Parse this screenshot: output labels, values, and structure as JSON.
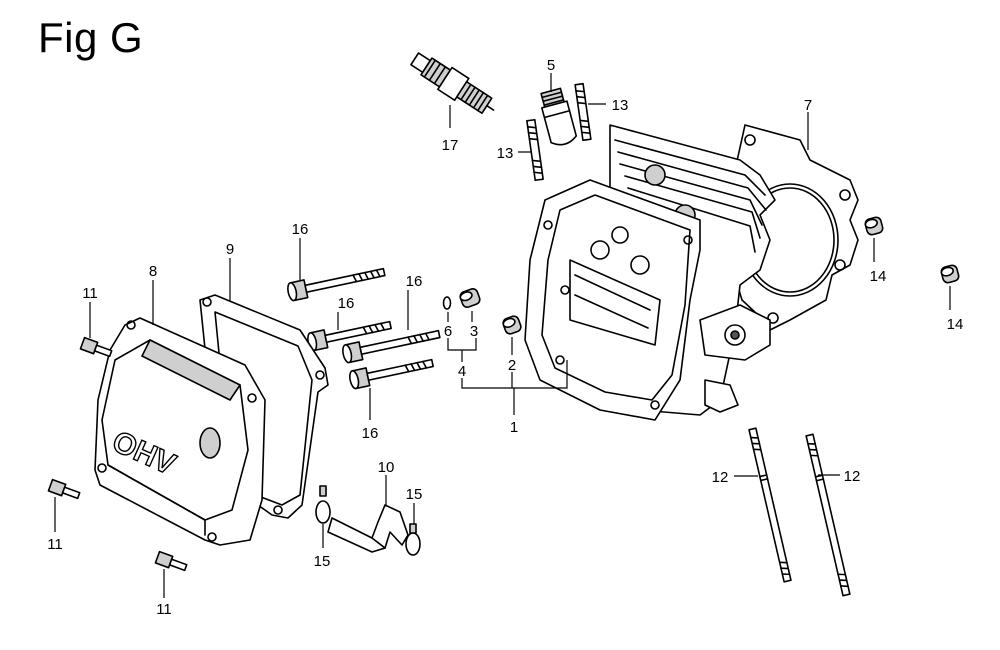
{
  "figure": {
    "title": "Fig G"
  },
  "callouts": [
    {
      "id": "c1",
      "text": "1"
    },
    {
      "id": "c2",
      "text": "2"
    },
    {
      "id": "c3",
      "text": "3"
    },
    {
      "id": "c4",
      "text": "4"
    },
    {
      "id": "c5",
      "text": "5"
    },
    {
      "id": "c6",
      "text": "6"
    },
    {
      "id": "c7",
      "text": "7"
    },
    {
      "id": "c8",
      "text": "8"
    },
    {
      "id": "c9",
      "text": "9"
    },
    {
      "id": "c10",
      "text": "10"
    },
    {
      "id": "c11a",
      "text": "11"
    },
    {
      "id": "c11b",
      "text": "11"
    },
    {
      "id": "c11c",
      "text": "11"
    },
    {
      "id": "c12a",
      "text": "12"
    },
    {
      "id": "c12b",
      "text": "12"
    },
    {
      "id": "c13a",
      "text": "13"
    },
    {
      "id": "c13b",
      "text": "13"
    },
    {
      "id": "c14a",
      "text": "14"
    },
    {
      "id": "c14b",
      "text": "14"
    },
    {
      "id": "c15a",
      "text": "15"
    },
    {
      "id": "c15b",
      "text": "15"
    },
    {
      "id": "c16a",
      "text": "16"
    },
    {
      "id": "c16b",
      "text": "16"
    },
    {
      "id": "c16c",
      "text": "16"
    },
    {
      "id": "c16d",
      "text": "16"
    },
    {
      "id": "c17",
      "text": "17"
    }
  ],
  "cover_lettering": "OHV"
}
